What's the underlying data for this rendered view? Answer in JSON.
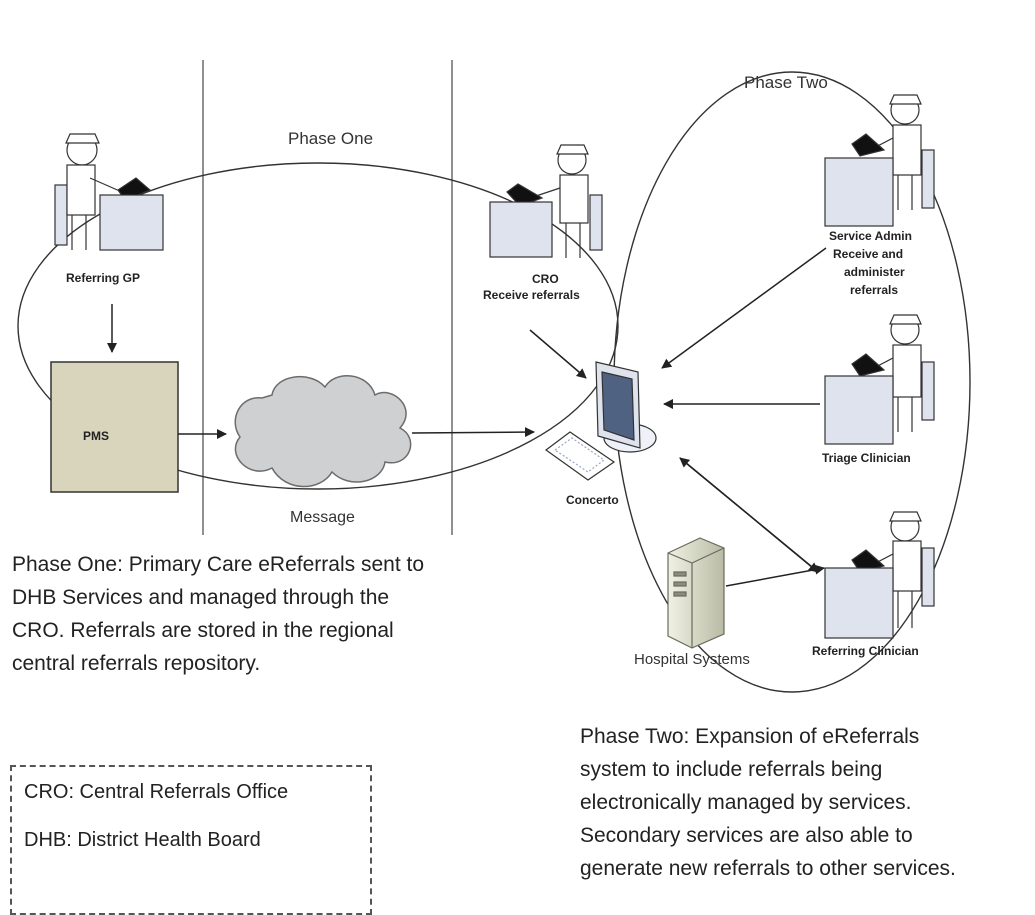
{
  "diagram": {
    "phase_one_label": "Phase One",
    "phase_two_label": "Phase Two",
    "actors": {
      "referring_gp": "Referring GP",
      "cro_line1": "CRO",
      "cro_line2": "Receive referrals",
      "service_admin_line1": "Service Admin",
      "service_admin_line2": "Receive and",
      "service_admin_line3": "administer",
      "service_admin_line4": "referrals",
      "triage_clinician": "Triage Clinician",
      "referring_clinician": "Referring Clinician"
    },
    "nodes": {
      "pms": "PMS",
      "message": "Message",
      "concerto": "Concerto",
      "hospital_systems": "Hospital Systems"
    },
    "colors": {
      "pms_fill": "#d9d5bd",
      "desk_fill": "#dfe3ee",
      "cloud_fill": "#cfd0d2",
      "line": "#222222"
    }
  },
  "descriptions": {
    "phase_one": "Phase One: Primary Care eReferrals sent to\nDHB Services and managed through the\nCRO. Referrals are stored in the regional\ncentral referrals repository.",
    "phase_two": "Phase Two: Expansion of eReferrals\nsystem to include referrals being\nelectronically managed by services.\nSecondary services are also able to\ngenerate new referrals to other services."
  },
  "legend": {
    "line1": "CRO: Central Referrals Office",
    "line2": "DHB: District Health Board"
  }
}
